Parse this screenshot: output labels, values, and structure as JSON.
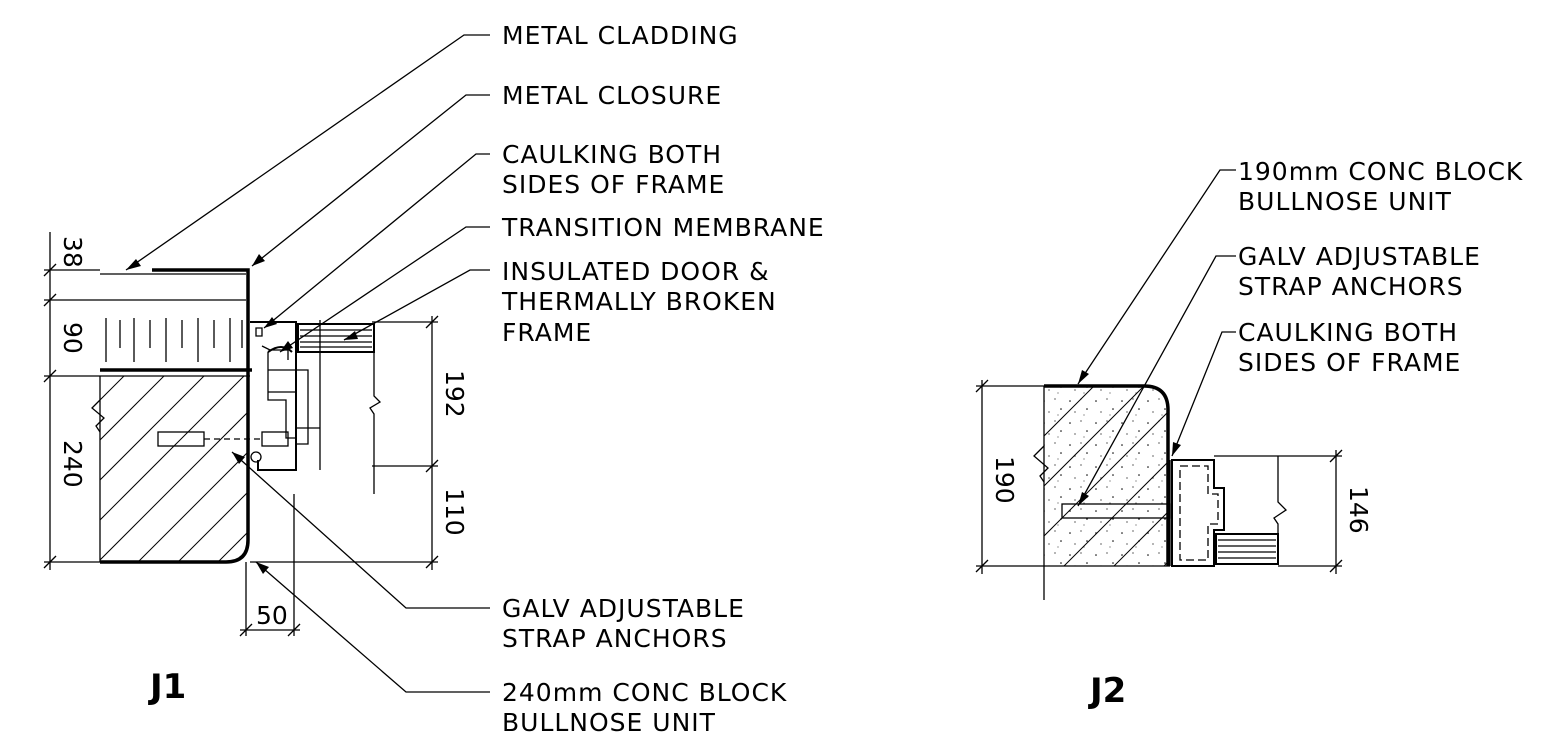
{
  "details": [
    {
      "id": "J1",
      "title": "J1",
      "labels": [
        {
          "key": "metal_cladding",
          "lines": [
            "METAL CLADDING"
          ]
        },
        {
          "key": "metal_closure",
          "lines": [
            "METAL CLOSURE"
          ]
        },
        {
          "key": "caulking",
          "lines": [
            "CAULKING BOTH",
            "SIDES OF FRAME"
          ]
        },
        {
          "key": "transition_membrane",
          "lines": [
            "TRANSITION MEMBRANE"
          ]
        },
        {
          "key": "insulated_door",
          "lines": [
            "INSULATED DOOR &",
            "THERMALLY BROKEN",
            "FRAME"
          ]
        },
        {
          "key": "galv_strap",
          "lines": [
            "GALV ADJUSTABLE",
            "STRAP ANCHORS"
          ]
        },
        {
          "key": "conc_block",
          "lines": [
            "240mm CONC BLOCK",
            "BULLNOSE UNIT"
          ]
        }
      ],
      "dimensions": [
        "38",
        "90",
        "240",
        "192",
        "110",
        "50"
      ]
    },
    {
      "id": "J2",
      "title": "J2",
      "labels": [
        {
          "key": "conc_block",
          "lines": [
            "190mm CONC BLOCK",
            "BULLNOSE UNIT"
          ]
        },
        {
          "key": "galv_strap",
          "lines": [
            "GALV ADJUSTABLE",
            "STRAP ANCHORS"
          ]
        },
        {
          "key": "caulking",
          "lines": [
            "CAULKING BOTH",
            "SIDES OF FRAME"
          ]
        }
      ],
      "dimensions": [
        "190",
        "146"
      ]
    }
  ]
}
